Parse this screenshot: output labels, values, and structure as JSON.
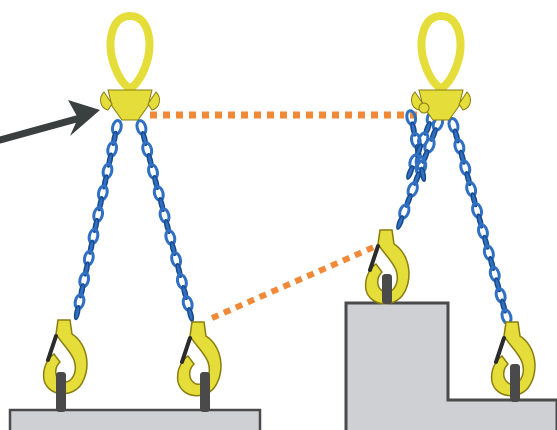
{
  "colors": {
    "chain": "#2f6fc4",
    "chain_dark": "#174a8a",
    "hardware": "#e4dd3a",
    "hardware_dark": "#8a7d10",
    "latch": "#2b2b2b",
    "eye_bolt": "#4a4a4a",
    "load_face": "#cfd0d3",
    "load_edge": "#4a4a4a",
    "guide_line": "#f08a38",
    "arrow": "#3a3f40"
  },
  "icons": {
    "pointer": "arrow-icon",
    "master_link": "master-link-icon",
    "hook": "safety-hook-icon",
    "shortener": "shortening-clutch-icon"
  },
  "scenes": [
    {
      "name": "equal-height-lift",
      "legs": 2,
      "shortened_legs": 0
    },
    {
      "name": "unequal-height-lift",
      "legs": 2,
      "shortened_legs": 1
    }
  ]
}
